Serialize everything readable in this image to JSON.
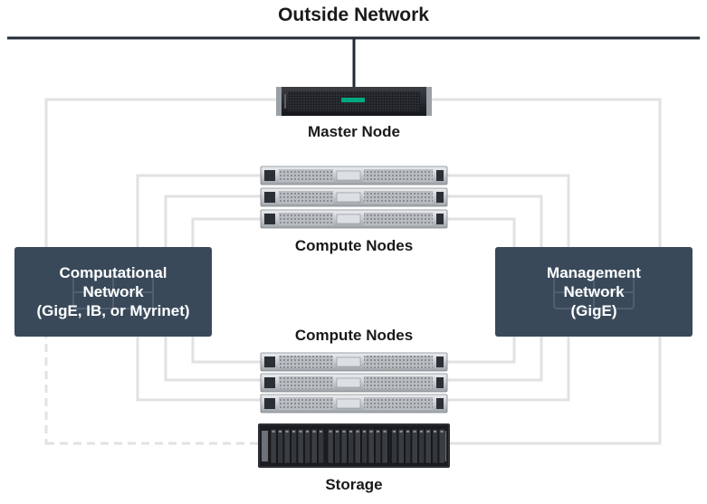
{
  "title": "Outside Network",
  "master_label": "Master Node",
  "compute_top_label": "Compute Nodes",
  "compute_bottom_label": "Compute Nodes",
  "storage_label": "Storage",
  "computational_network": {
    "line1": "Computational",
    "line2": "Network",
    "line3": "(GigE, IB, or Myrinet)"
  },
  "management_network": {
    "line1": "Management",
    "line2": "Network",
    "line3": "(GigE)"
  },
  "colors": {
    "network_box": "#39495a",
    "backbone": "#232a33",
    "connector": "#e2e2e2",
    "server_body": "#cfd2d5",
    "hpe_green": "#01a982"
  }
}
